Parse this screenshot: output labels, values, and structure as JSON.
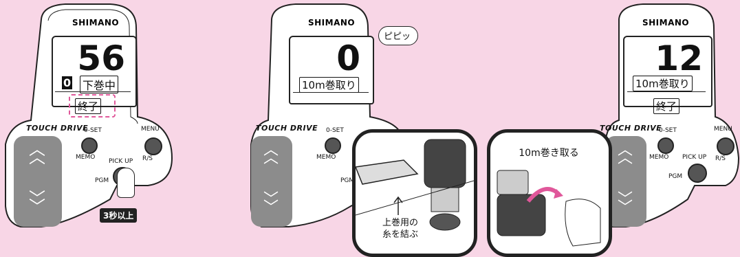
{
  "brand": "SHIMANO",
  "touch_drive": "TOUCH DRIVE",
  "buttons": {
    "oset": "0-SET",
    "memo": "MEMO",
    "pickup": "PICK UP",
    "pgm": "PGM",
    "menu": "MENU",
    "rs": "R/S"
  },
  "panel1": {
    "number": "56",
    "index": "0",
    "mode": "下巻中",
    "end": "終了",
    "badge": "3秒以上"
  },
  "panel2": {
    "number": "0",
    "mode": "10m巻取り",
    "speech": "ピピッ",
    "caption_line1": "上巻用の",
    "caption_line2": "糸を結ぶ"
  },
  "panel3": {
    "number": "12",
    "mode": "10m巻取り",
    "end": "終了",
    "instruction": "10m巻き取る"
  }
}
